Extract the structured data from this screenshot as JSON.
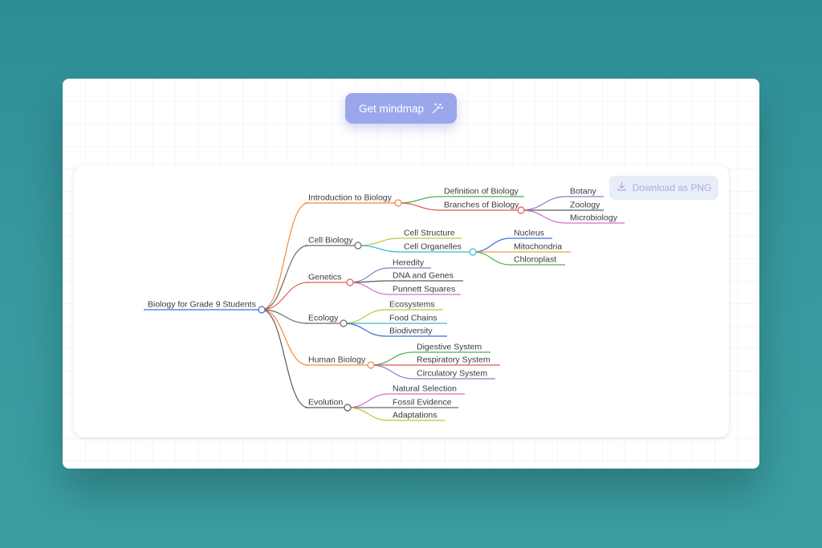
{
  "actions": {
    "get_mindmap_label": "Get mindmap",
    "get_mindmap_icon": "magic-wand-icon",
    "download_label": "Download as PNG",
    "download_icon": "download-icon"
  },
  "mindmap": {
    "root": "Biology for Grade 9 Students",
    "branches": [
      {
        "label": "Introduction to Biology",
        "color": "#f08a3c",
        "children": [
          {
            "label": "Definition of Biology",
            "color": "#4caf50",
            "children": []
          },
          {
            "label": "Branches of Biology",
            "color": "#e05a4f",
            "children": [
              {
                "label": "Botany",
                "color": "#8e7cc3"
              },
              {
                "label": "Zoology",
                "color": "#5a5a5a"
              },
              {
                "label": "Microbiology",
                "color": "#d86fc0"
              }
            ]
          }
        ]
      },
      {
        "label": "Cell Biology",
        "color": "#6a6a6a",
        "children": [
          {
            "label": "Cell Structure",
            "color": "#c8c040",
            "children": []
          },
          {
            "label": "Cell Organelles",
            "color": "#3db8d0",
            "children": [
              {
                "label": "Nucleus",
                "color": "#3f6fd1"
              },
              {
                "label": "Mitochondria",
                "color": "#f0a040"
              },
              {
                "label": "Chloroplast",
                "color": "#4caf50"
              }
            ]
          }
        ]
      },
      {
        "label": "Genetics",
        "color": "#e05a4f",
        "children": [
          {
            "label": "Heredity",
            "color": "#8e7cc3",
            "children": []
          },
          {
            "label": "DNA and Genes",
            "color": "#5a5a5a",
            "children": []
          },
          {
            "label": "Punnett Squares",
            "color": "#d86fc0",
            "children": []
          }
        ]
      },
      {
        "label": "Ecology",
        "color": "#6a6a6a",
        "children": [
          {
            "label": "Ecosystems",
            "color": "#c8c040",
            "children": []
          },
          {
            "label": "Food Chains",
            "color": "#3db8d0",
            "children": []
          },
          {
            "label": "Biodiversity",
            "color": "#3f6fd1",
            "children": []
          }
        ]
      },
      {
        "label": "Human Biology",
        "color": "#f08a3c",
        "children": [
          {
            "label": "Digestive System",
            "color": "#4caf50",
            "children": []
          },
          {
            "label": "Respiratory System",
            "color": "#e05a4f",
            "children": []
          },
          {
            "label": "Circulatory System",
            "color": "#8e7cc3",
            "children": []
          }
        ]
      },
      {
        "label": "Evolution",
        "color": "#5a5a5a",
        "children": [
          {
            "label": "Natural Selection",
            "color": "#d86fc0",
            "children": []
          },
          {
            "label": "Fossil Evidence",
            "color": "#6a6a6a",
            "children": []
          },
          {
            "label": "Adaptations",
            "color": "#c8c040",
            "children": []
          }
        ]
      }
    ],
    "root_color": "#3f6fd1"
  }
}
